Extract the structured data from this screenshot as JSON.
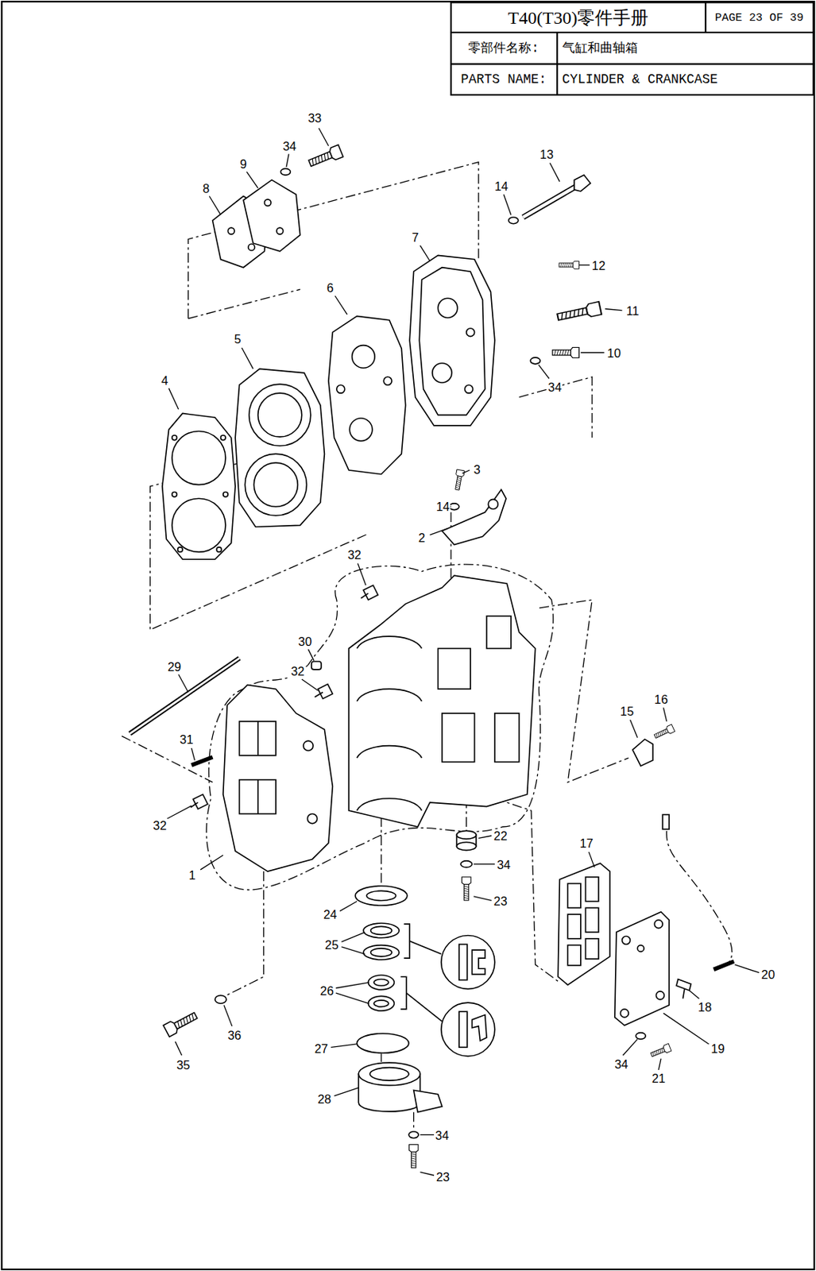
{
  "diagram": {
    "title": "T40(T30)零件手册",
    "labels": [
      "PAGE 23 OF 39",
      "零部件名称:",
      "气缸和曲轴箱",
      "PARTS NAME:",
      "CYLINDER & CRANKCASE",
      "33",
      "34",
      "9",
      "8",
      "13",
      "14",
      "7",
      "12",
      "11",
      "10",
      "34",
      "6",
      "5",
      "4",
      "3",
      "14",
      "2",
      "32",
      "30",
      "32",
      "29",
      "31",
      "32",
      "1",
      "15",
      "16",
      "22",
      "34",
      "23",
      "17",
      "24",
      "25",
      "26",
      "27",
      "28",
      "34",
      "23",
      "35",
      "36",
      "18",
      "20",
      "19",
      "34",
      "21"
    ]
  }
}
